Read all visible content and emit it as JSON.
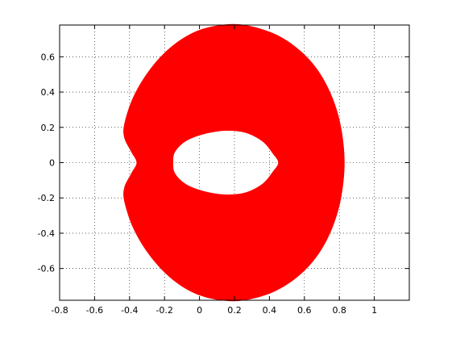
{
  "figure": {
    "background_color": "#ffffff"
  },
  "chart_data": {
    "type": "area",
    "title": "",
    "xlabel": "",
    "ylabel": "",
    "xlim": [
      -0.8,
      1.2
    ],
    "ylim": [
      -0.78,
      0.78
    ],
    "grid": true,
    "grid_style": "dotted",
    "x_ticks": [
      -0.8,
      -0.6,
      -0.4,
      -0.2,
      0,
      0.2,
      0.4,
      0.6,
      0.8,
      1
    ],
    "x_tick_labels": [
      "-0.8",
      "-0.6",
      "-0.4",
      "-0.2",
      "0",
      "0.2",
      "0.4",
      "0.6",
      "0.8",
      "1"
    ],
    "y_ticks": [
      -0.6,
      -0.4,
      -0.2,
      0,
      0.2,
      0.4,
      0.6
    ],
    "y_tick_labels": [
      "-0.6",
      "-0.4",
      "-0.2",
      "0",
      "0.2",
      "0.4",
      "0.6"
    ],
    "fill_color": "#ff0000",
    "series": [
      {
        "role": "outer-boundary",
        "x": [
          0.83,
          0.81,
          0.76,
          0.68,
          0.57,
          0.43,
          0.26,
          0.12,
          -0.03,
          -0.17,
          -0.29,
          -0.38,
          -0.43,
          -0.43,
          -0.39,
          -0.36,
          -0.39,
          -0.43,
          -0.43,
          -0.38,
          -0.29,
          -0.17,
          -0.03,
          0.12,
          0.26,
          0.43,
          0.57,
          0.68,
          0.76,
          0.81,
          0.83
        ],
        "y": [
          0.0,
          0.2,
          0.37,
          0.52,
          0.64,
          0.73,
          0.78,
          0.78,
          0.74,
          0.65,
          0.52,
          0.37,
          0.22,
          0.14,
          0.06,
          0.0,
          -0.06,
          -0.14,
          -0.22,
          -0.37,
          -0.52,
          -0.65,
          -0.74,
          -0.78,
          -0.78,
          -0.73,
          -0.64,
          -0.52,
          -0.37,
          -0.2,
          0.0
        ]
      },
      {
        "role": "inner-hole",
        "x": [
          0.45,
          0.42,
          0.36,
          0.26,
          0.14,
          0.02,
          -0.08,
          -0.14,
          -0.15,
          -0.14,
          -0.08,
          0.02,
          0.14,
          0.26,
          0.36,
          0.42,
          0.45
        ],
        "y": [
          0.0,
          0.05,
          0.12,
          0.17,
          0.18,
          0.16,
          0.12,
          0.06,
          0.0,
          -0.06,
          -0.12,
          -0.16,
          -0.18,
          -0.17,
          -0.12,
          -0.05,
          0.0
        ]
      }
    ]
  }
}
